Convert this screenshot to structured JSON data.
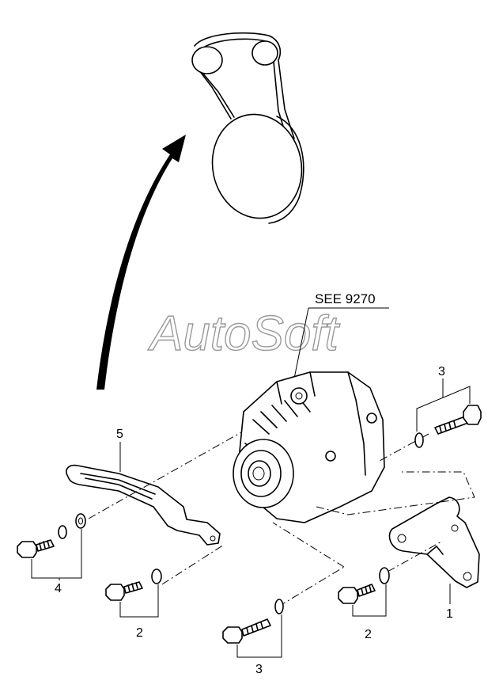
{
  "diagram": {
    "reference_label": "SEE 9270",
    "watermark": "AutoSoft",
    "callouts": {
      "bracket": "1",
      "bolt_upper_right": "3",
      "bolt_bottom_center": "3",
      "adjusting_strap": "5",
      "bolt_set_left": "4",
      "bolt_mid_left": "2",
      "bolt_mid_right": "2"
    }
  }
}
